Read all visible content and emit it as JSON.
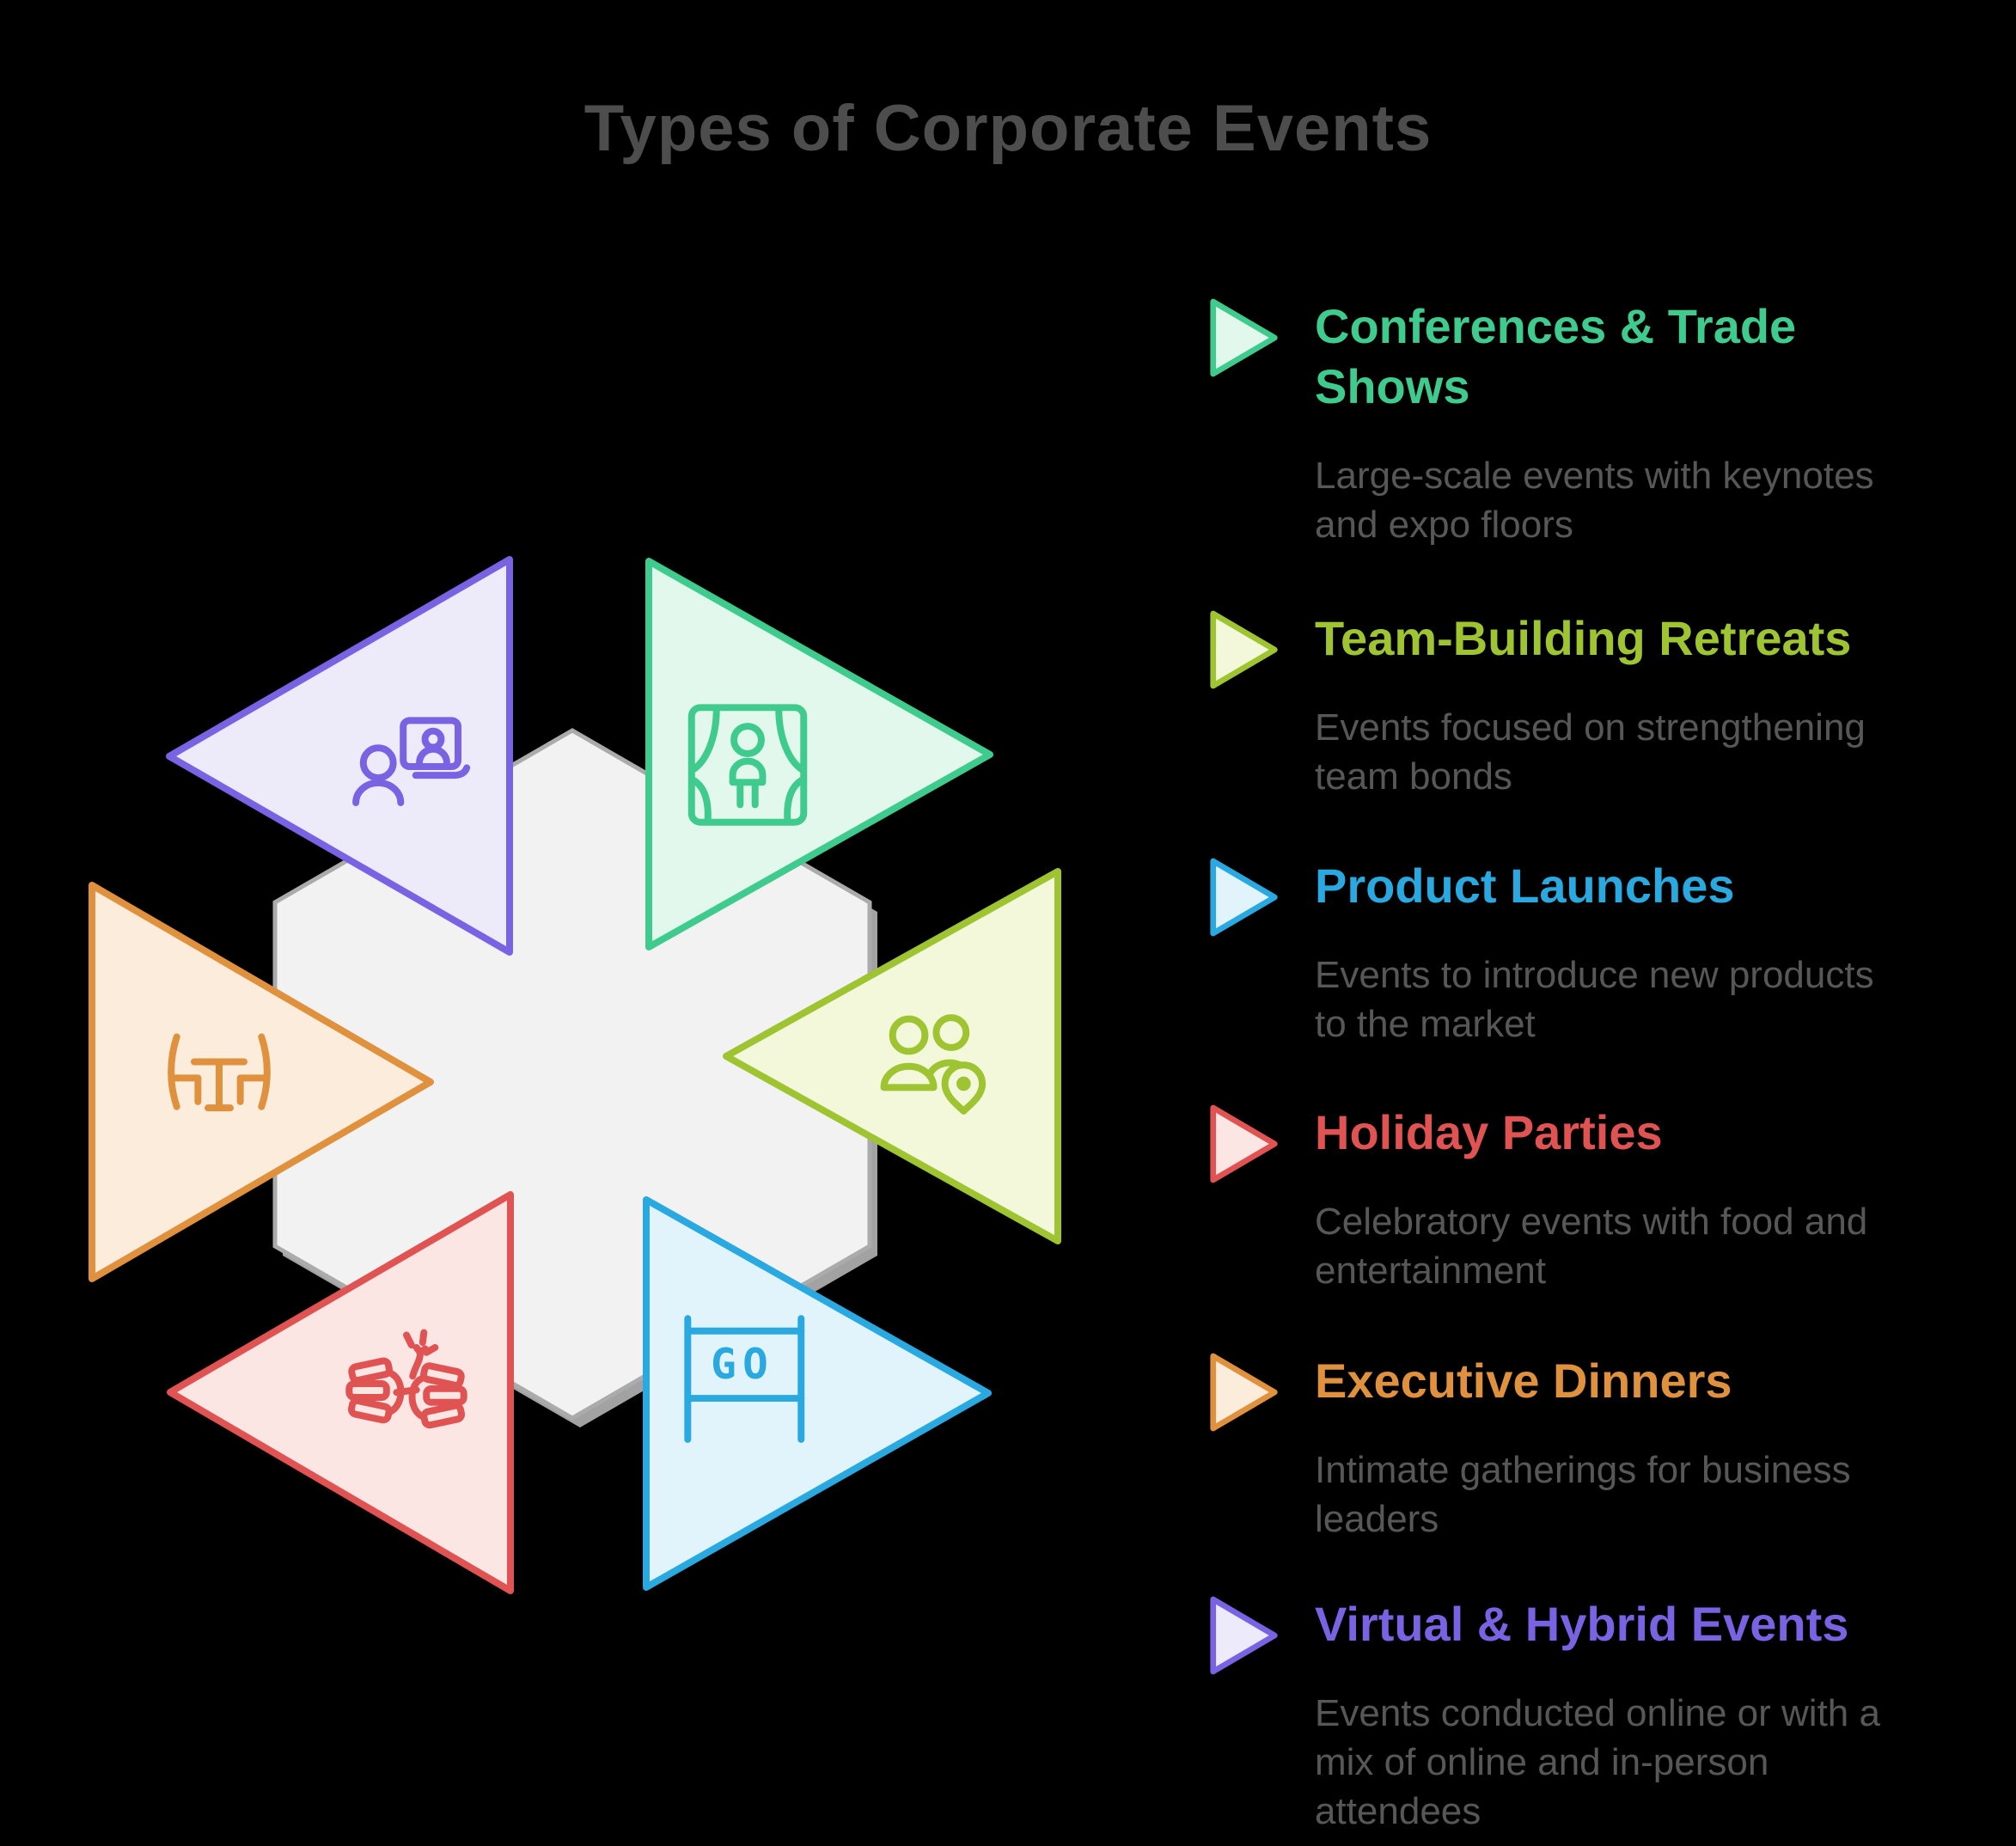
{
  "title": {
    "text": "Types of Corporate Events",
    "color": "#4d4d4d"
  },
  "diagram": {
    "hexagon": {
      "fill": "#f2f2f2",
      "stroke": "#ababab",
      "shadow": "#a2a2a2"
    },
    "go_label": "GO"
  },
  "legend": {
    "items": [
      {
        "id": "conferences-trade-shows",
        "label": "Conferences & Trade Shows",
        "description": "Large-scale events with keynotes and expo floors",
        "color": "#3ecb8d",
        "tint": "#e2f8ec",
        "icon": "stage-curtains-icon"
      },
      {
        "id": "team-building-retreats",
        "label": "Team-Building Retreats",
        "description": "Events focused on strengthening team bonds",
        "color": "#9fc432",
        "tint": "#f3f8da",
        "icon": "people-location-icon"
      },
      {
        "id": "product-launches",
        "label": "Product Launches",
        "description": "Events to introduce new products to the market",
        "color": "#29a9e0",
        "tint": "#e1f3fb",
        "icon": "go-banner-icon"
      },
      {
        "id": "holiday-parties",
        "label": "Holiday Parties",
        "description": "Celebratory events with food and entertainment",
        "color": "#e05353",
        "tint": "#fce6e4",
        "icon": "party-popper-icon"
      },
      {
        "id": "executive-dinners",
        "label": "Executive Dinners",
        "description": "Intimate gatherings for business leaders",
        "color": "#e0913d",
        "tint": "#fbecdc",
        "icon": "dinner-table-icon"
      },
      {
        "id": "virtual-hybrid-events",
        "label": "Virtual & Hybrid Events",
        "description": "Events conducted online or with a mix of online and in-person attendees",
        "color": "#7a63e3",
        "tint": "#edeafa",
        "icon": "video-call-icon"
      }
    ]
  }
}
